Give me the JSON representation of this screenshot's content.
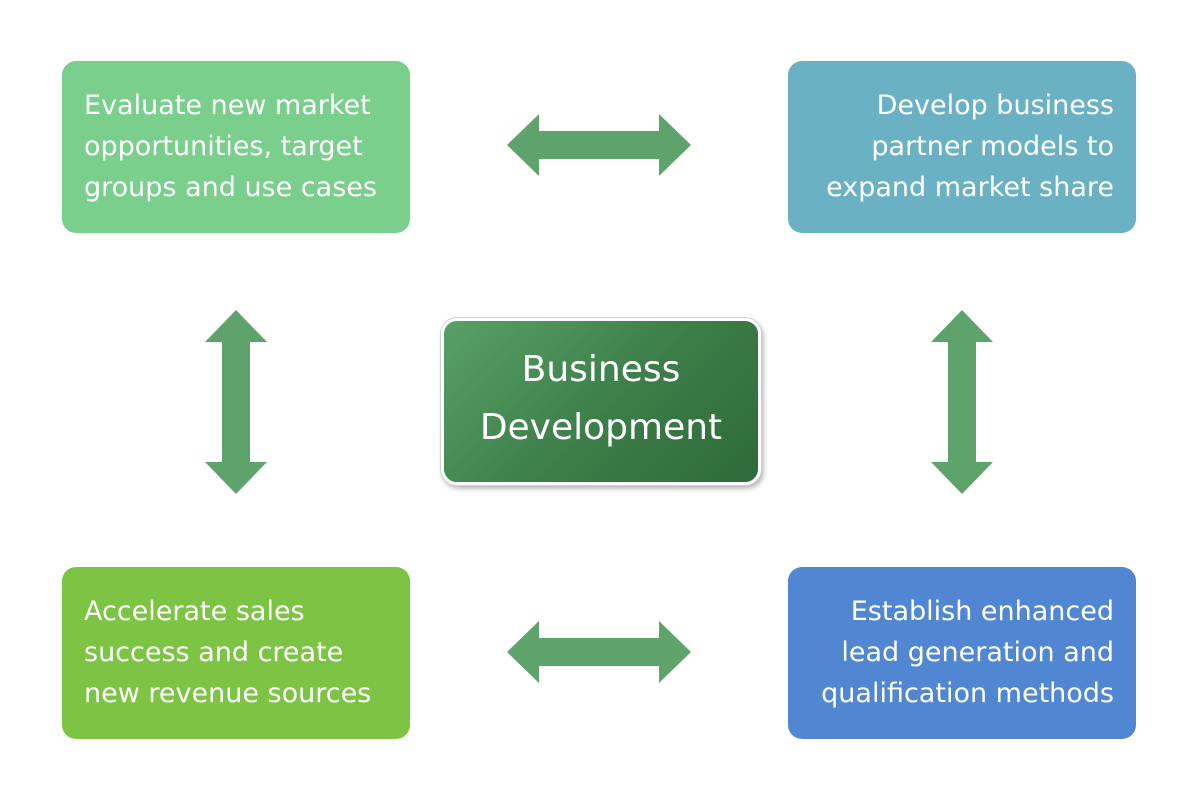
{
  "diagram": {
    "center": {
      "lines": [
        "Business",
        "Development"
      ]
    },
    "top_left": {
      "lines": [
        "Evaluate new market",
        "opportunities, target",
        "groups and use cases"
      ]
    },
    "top_right": {
      "lines": [
        "Develop business",
        "partner models to",
        "expand market share"
      ]
    },
    "bottom_left": {
      "lines": [
        "Accelerate sales",
        "success and create",
        "new revenue sources"
      ]
    },
    "bottom_right": {
      "lines": [
        "Establish enhanced",
        "lead generation and",
        "qualification methods"
      ]
    },
    "colors": {
      "top_left": "#79cf8b",
      "top_right": "#6ab2c3",
      "bottom_left": "#7dc444",
      "bottom_right": "#5187d2",
      "center": "#3c7d48",
      "arrows": "#5da36b"
    },
    "arrows": [
      {
        "from": "top_left",
        "to": "top_right",
        "icon": "double-headed-horizontal-arrow"
      },
      {
        "from": "bottom_left",
        "to": "bottom_right",
        "icon": "double-headed-horizontal-arrow"
      },
      {
        "from": "top_left",
        "to": "bottom_left",
        "icon": "double-headed-vertical-arrow"
      },
      {
        "from": "top_right",
        "to": "bottom_right",
        "icon": "double-headed-vertical-arrow"
      }
    ]
  }
}
